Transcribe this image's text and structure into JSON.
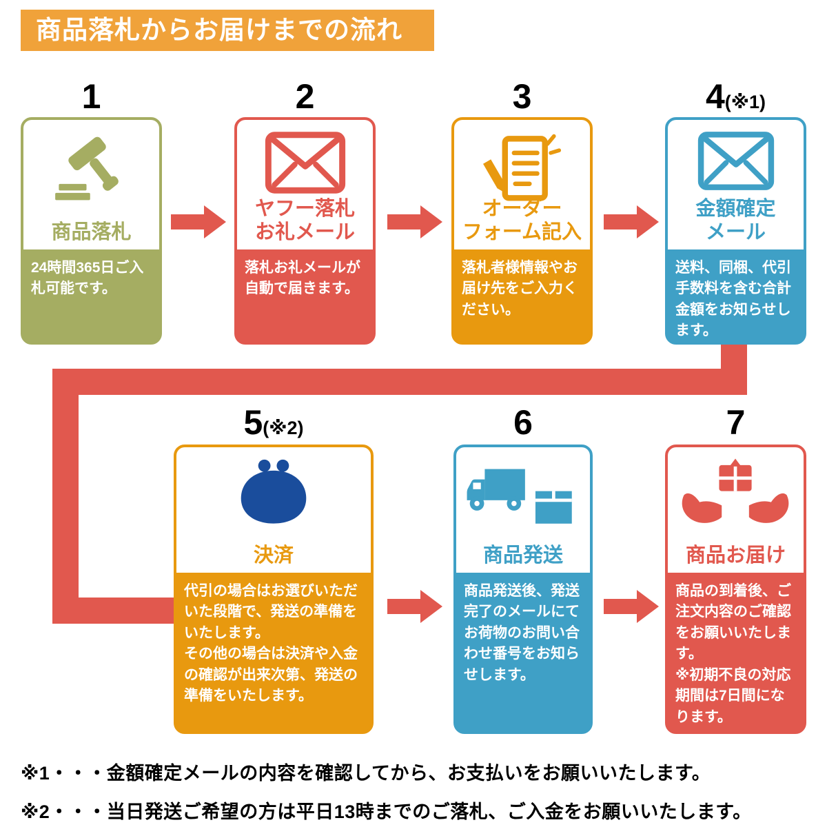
{
  "title": "商品落札からお届けまでの流れ",
  "colors": {
    "banner_orange": "#F0A23A",
    "olive": "#A5AD62",
    "salmon_red": "#E1584E",
    "orange": "#E8990F",
    "blue": "#3FA0C6",
    "purse_navy": "#1A4D9C",
    "arrow": "#E1584E",
    "text_black": "#000000"
  },
  "steps": [
    {
      "number": "1",
      "number_suffix": "",
      "title_lines": [
        "商品落札"
      ],
      "description": "24時間365日ご入札可能です。",
      "color": "#A5AD62",
      "icon": "gavel-icon"
    },
    {
      "number": "2",
      "number_suffix": "",
      "title_lines": [
        "ヤフー落札",
        "お礼メール"
      ],
      "description": "落札お礼メールが自動で届きます。",
      "color": "#E1584E",
      "icon": "mail-envelope-icon"
    },
    {
      "number": "3",
      "number_suffix": "",
      "title_lines": [
        "オーダー",
        "フォーム記入"
      ],
      "description": "落札者様情報やお届け先をご入力ください。",
      "color": "#E8990F",
      "icon": "order-form-pencil-icon"
    },
    {
      "number": "4",
      "number_suffix": "(※1)",
      "title_lines": [
        "金額確定",
        "メール"
      ],
      "description": "送料、同梱、代引手数料を含む合計金額をお知らせします。",
      "color": "#3FA0C6",
      "icon": "mail-envelope-icon"
    },
    {
      "number": "5",
      "number_suffix": "(※2)",
      "title_lines": [
        "決済"
      ],
      "description": "代引の場合はお選びいただいた段階で、発送の準備をいたします。\nその他の場合は決済や入金の確認が出来次第、発送の準備をいたします。",
      "color": "#E8990F",
      "icon": "coin-purse-icon"
    },
    {
      "number": "6",
      "number_suffix": "",
      "title_lines": [
        "商品発送"
      ],
      "description": "商品発送後、発送完了のメールにてお荷物のお問い合わせ番号をお知らせします。",
      "color": "#3FA0C6",
      "icon": "delivery-truck-box-icon"
    },
    {
      "number": "7",
      "number_suffix": "",
      "title_lines": [
        "商品お届け"
      ],
      "description": "商品の到着後、ご注文内容のご確認をお願いいたします。\n※初期不良の対応期間は7日間になります。",
      "color": "#E1584E",
      "icon": "hands-package-icon"
    }
  ],
  "notes": [
    "※1・・・金額確定メールの内容を確認してから、お支払いをお願いいたします。",
    "※2・・・当日発送ご希望の方は平日13時までのご落札、ご入金をお願いいたします。"
  ]
}
